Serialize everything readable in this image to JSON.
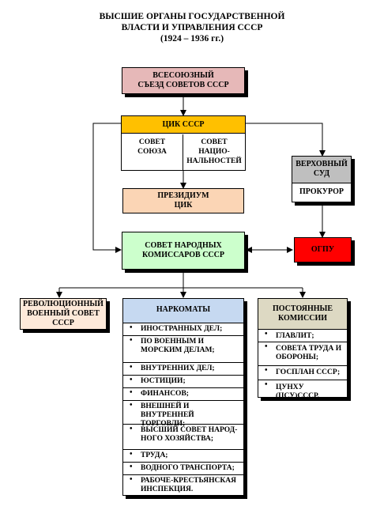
{
  "title": {
    "line1": "ВЫСШИЕ ОРГАНЫ ГОСУДАРСТВЕННОЙ",
    "line2": "ВЛАСТИ И УПРАВЛЕНИЯ СССР",
    "line3": "(1924 – 1936 гг.)"
  },
  "congress": {
    "line1": "ВСЕСОЮЗНЫЙ",
    "line2": "СЪЕЗД СОВЕТОВ СССР"
  },
  "tsik": {
    "label": "ЦИК СССР",
    "union_council": {
      "line1": "СОВЕТ",
      "line2": "СОЮЗА"
    },
    "nationalities_council": {
      "line1": "СОВЕТ",
      "line2": "НАЦИО-",
      "line3": "НАЛЬНОСТЕЙ"
    }
  },
  "presidium": {
    "line1": "ПРЕЗИДИУМ",
    "line2": "ЦИК"
  },
  "supreme_court": {
    "line1": "ВЕРХОВНЫЙ",
    "line2": "СУД",
    "prosecutor": "ПРОКУРОР"
  },
  "sovnarkom": {
    "line1": "СОВЕТ НАРОДНЫХ",
    "line2": "КОМИССАРОВ  СССР"
  },
  "ogpu": {
    "label": "ОГПУ"
  },
  "revvoensovet": {
    "line1": "РЕВОЛЮЦИОННЫЙ",
    "line2": "ВОЕННЫЙ СОВЕТ",
    "line3": "СССР"
  },
  "narkomaty": {
    "header": "НАРКОМАТЫ",
    "items": [
      "ИНОСТРАННЫХ ДЕЛ;",
      "ПО ВОЕННЫМ И МОРСКИМ ДЕЛАМ;",
      "ВНУТРЕННИХ ДЕЛ;",
      "ЮСТИЦИИ;",
      "ФИНАНСОВ;",
      "ВНЕШНЕЙ И ВНУТРЕННЕЙ ТОРГОВЛИ;",
      "ВЫСШИЙ СОВЕТ НАРОД-НОГО ХОЗЯЙСТВА;",
      "ТРУДА;",
      "ВОДНОГО ТРАНСПОРТА;",
      "РАБОЧЕ-КРЕСТЬЯНСКАЯ ИНСПЕКЦИЯ."
    ]
  },
  "commissions": {
    "line1": "ПОСТОЯННЫЕ",
    "line2": "КОМИССИИ",
    "items": [
      "ГЛАВЛИТ;",
      "СОВЕТА ТРУДА И ОБОРОНЫ;",
      "ГОСПЛАН СССР;",
      "ЦУНХУ (ЦСУ)СССР."
    ]
  },
  "colors": {
    "congress": "#E6B8B8",
    "tsik": "#FFC000",
    "presidium": "#FBD5B5",
    "court": "#BFBFBF",
    "sovnarkom": "#CCFFCC",
    "ogpu": "#FF0000",
    "revvoensovet": "#FDE9D9",
    "narkomaty": "#C6D9F1",
    "commissions": "#DDD9C3"
  }
}
